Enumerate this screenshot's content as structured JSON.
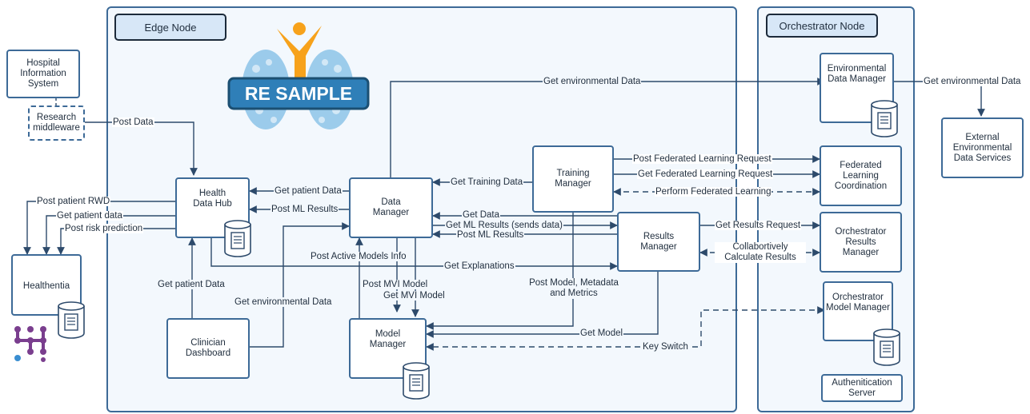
{
  "regions": {
    "edge_node": "Edge Node",
    "orchestrator_node": "Orchestrator Node"
  },
  "nodes": {
    "hospital_info_system": "Hospital Information System",
    "research_middleware": "Research middleware",
    "healthentia": "Healthentia",
    "health_data_hub": "Health Data Hub",
    "clinician_dashboard": "Clinician Dashboard",
    "data_manager": "Data Manager",
    "model_manager": "Model Manager",
    "training_manager": "Training Manager",
    "results_manager": "Results Manager",
    "env_data_manager": "Environmental Data Manager",
    "federated_learning_coordination": "Federated Learning Coordination",
    "orchestrator_results_manager": "Orchestrator Results Manager",
    "orchestrator_model_manager": "Orchestrator Model Manager",
    "authentication_server": "Authenitication Server",
    "external_env_services": "External Environmental Data Services"
  },
  "logo": {
    "text": "RE SAMPLE",
    "colors": {
      "orange": "#f7a21b",
      "blue": "#2f7fb8",
      "navy": "#1b4f72",
      "lung": "#8cc4e8"
    }
  },
  "edges": {
    "post_data": "Post Data",
    "post_patient_rwd": "Post patient RWD",
    "get_patient_data_hh": "Get patient data",
    "post_risk_prediction": "Post risk prediction",
    "get_patient_data_dm": "Get patient Data",
    "post_ml_results_dm": "Post ML Results",
    "get_patient_data_cd": "Get patient Data",
    "get_environmental_data_cd": "Get environmental Data",
    "get_environmental_data_top": "Get environmental Data",
    "get_environmental_data_ext": "Get environmental Data",
    "get_training_data": "Get Training Data",
    "get_data": "Get Data",
    "get_ml_results": "Get ML Results (sends data)",
    "post_ml_results_rm": "Post ML Results",
    "get_explanations": "Get Explanations",
    "post_active_models_info": "Post Active Models Info",
    "post_mvi_model": "Post MVI Model",
    "get_mvi_model": "Get MVI Model",
    "post_model_metadata": "Post Model, Metadata and Metrics",
    "get_model": "Get Model",
    "key_switch": "Key Switch",
    "post_fl_request": "Post Federated Learning Request",
    "get_fl_request": "Get Federated Learning Request",
    "perform_fl": "Perform Federated Learning",
    "get_results_request": "Get Results Request",
    "collab_calc": "Collabortively Calculate Results"
  }
}
